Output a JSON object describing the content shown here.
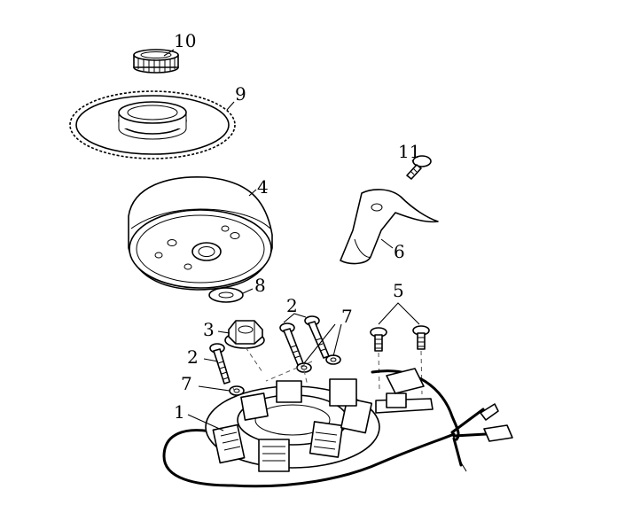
{
  "callouts": {
    "c1": "1",
    "c2a": "2",
    "c2b": "2",
    "c3": "3",
    "c4": "4",
    "c5": "5",
    "c6": "6",
    "c7a": "7",
    "c7b": "7",
    "c8": "8",
    "c9": "9",
    "c10": "10",
    "c11": "11"
  }
}
